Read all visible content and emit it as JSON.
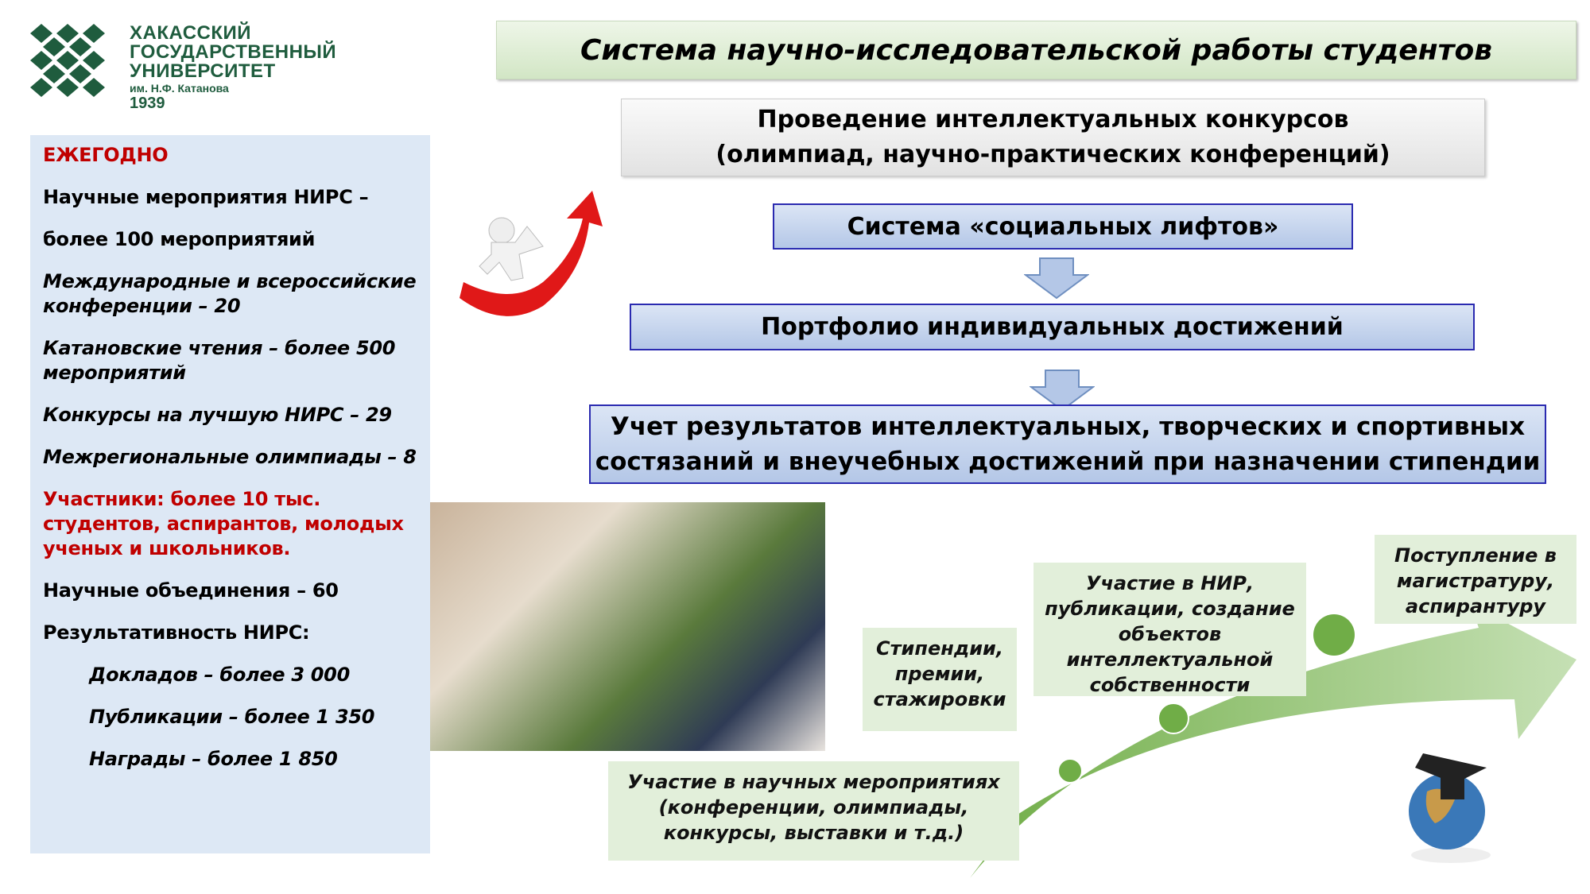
{
  "logo": {
    "line1": "ХАКАССКИЙ",
    "line2": "ГОСУДАРСТВЕННЫЙ",
    "line3": "УНИВЕРСИТЕТ",
    "line4": "им. Н.Ф. Катанова",
    "year": "1939"
  },
  "title": "Система научно-исследовательской работы студентов",
  "panel": {
    "heading": "ЕЖЕГОДНО",
    "items": [
      "Научные мероприятия НИРС –",
      "более 100 мероприятяий",
      "Международные и всероссийские конференции – 20",
      "Катановские чтения – более 500 мероприятий",
      "Конкурсы на лучшую НИРС – 29",
      "Межрегиональные олимпиады – 8",
      "Участники: более 10 тыс. студентов, аспирантов, молодых ученых и школьников.",
      "Научные объединения – 60",
      "Результативность НИРС:",
      "Докладов – более 3 000",
      "Публикации – более 1 350",
      "Награды – более 1 850"
    ]
  },
  "flow": {
    "box1_line1": "Проведение интеллектуальных конкурсов",
    "box1_line2": "(олимпиад, научно-практических конференций)",
    "box2": "Система «социальных лифтов»",
    "box3": "Портфолио индивидуальных достижений",
    "box4_line1": "Учет результатов интеллектуальных, творческих и спортивных",
    "box4_line2": "состязаний  и внеучебных достижений при назначении стипендии"
  },
  "steps": {
    "s1": "Участие в научных мероприятиях (конференции, олимпиады, конкурсы, выставки и т.д.)",
    "s2": "Стипендии, премии, стажировки",
    "s3": "Участие в НИР, публикации, создание объектов интеллектуальной собственности",
    "s4": "Поступление в магистратуру, аспирантуру"
  },
  "colors": {
    "red": "#c00000",
    "green": "#70ad47",
    "logo": "#1f5c3e"
  }
}
